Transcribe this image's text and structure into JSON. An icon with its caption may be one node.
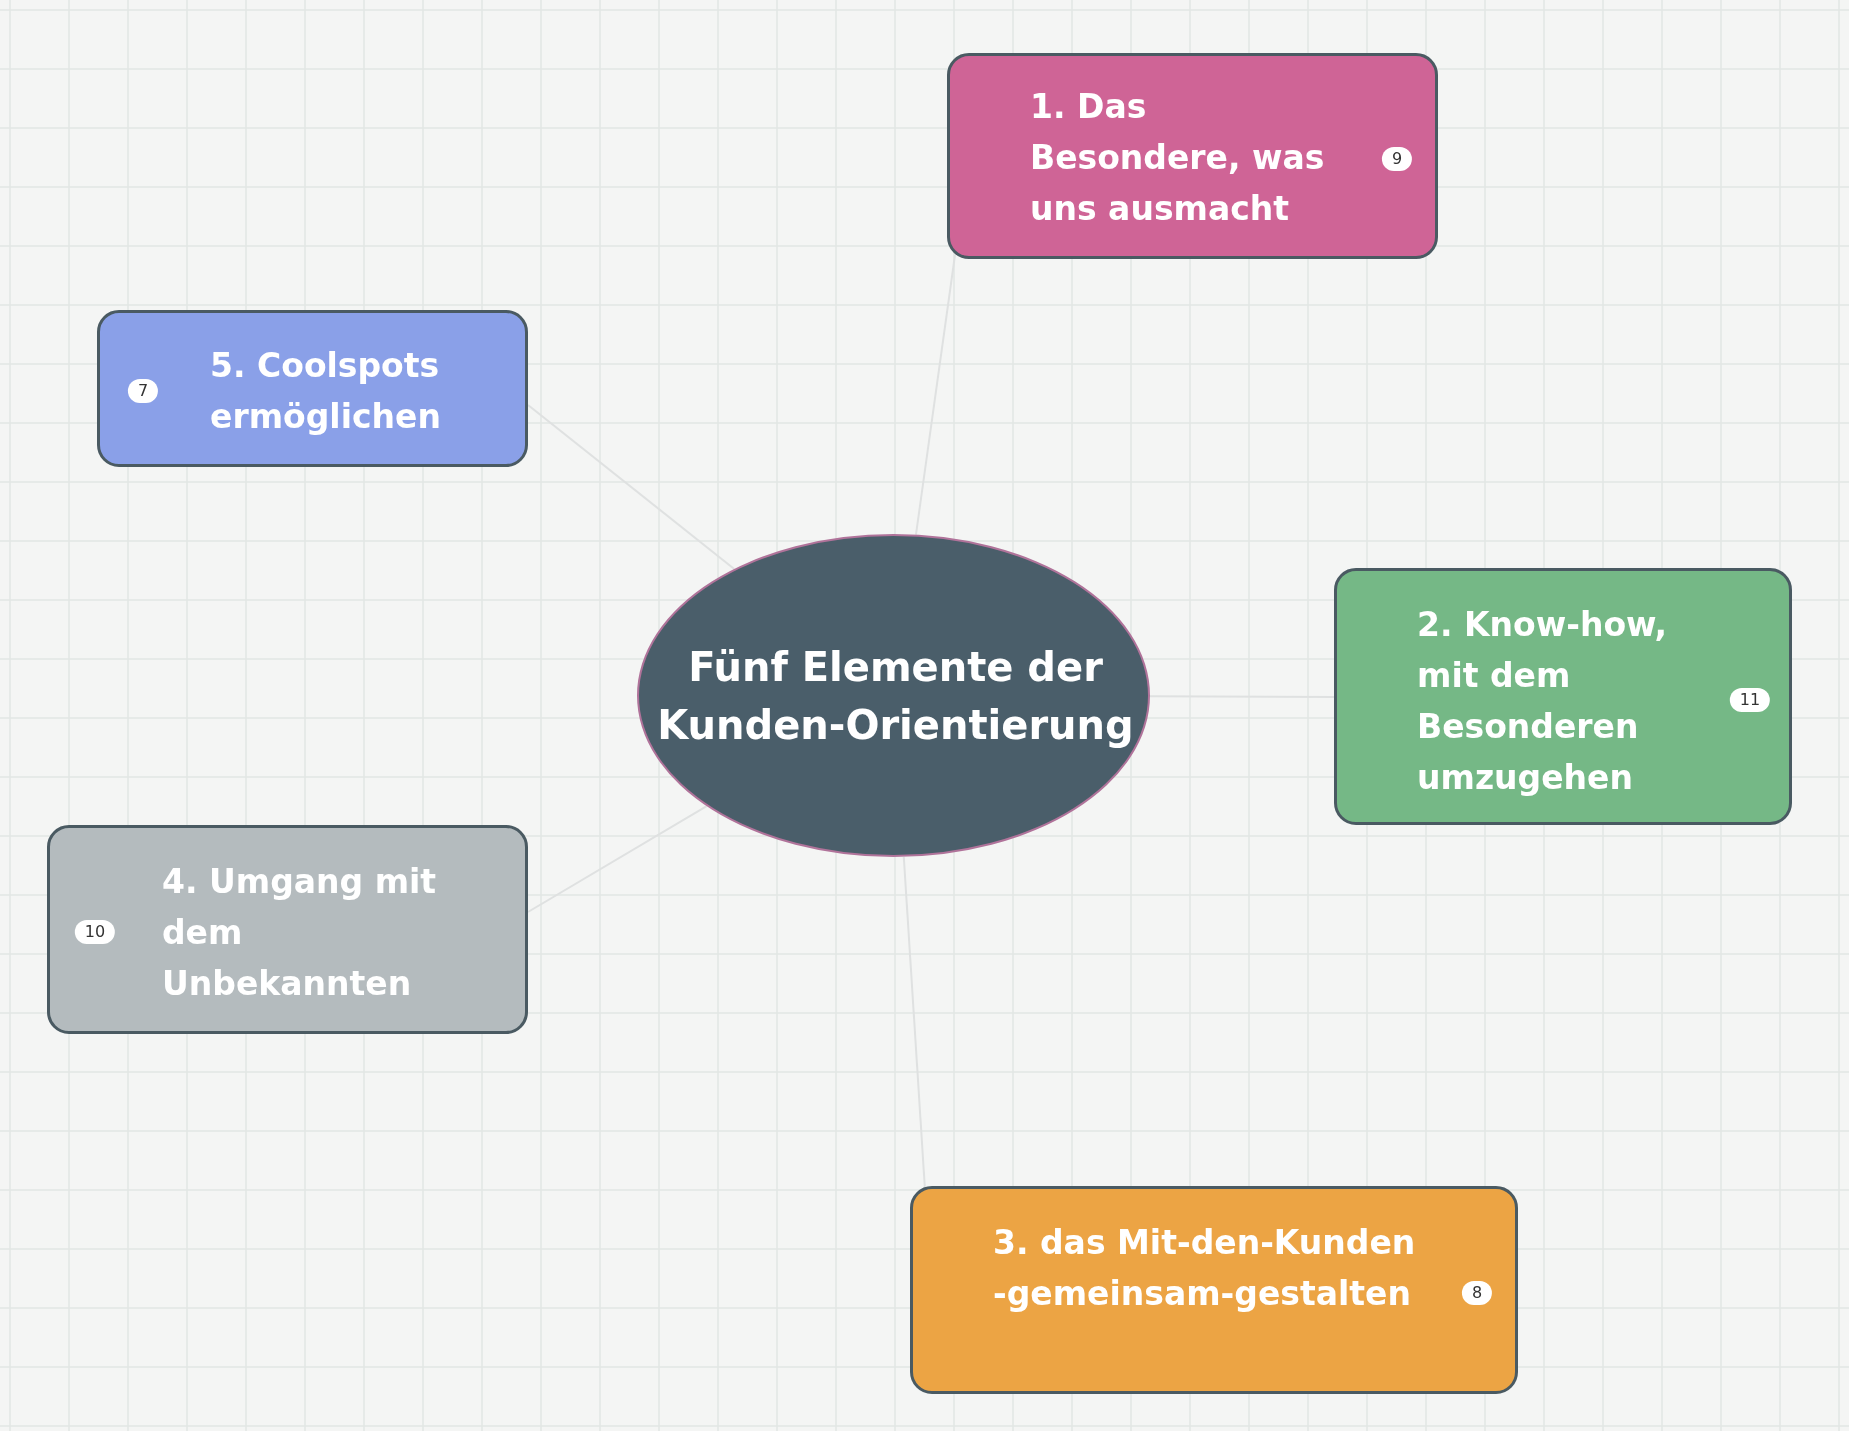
{
  "diagram": {
    "nodes": [
      {
        "text": [
          "Fünf Elemente der Kunden-Orientierung"
        ]
      },
      {
        "text": [
          "1. Das Besondere, was uns ausmacht",
          "9"
        ]
      },
      {
        "text": [
          "7",
          "5. Coolspots ermöglichen"
        ]
      },
      {
        "text": [
          "2. Know-how, mit dem Besonderen umzugehen",
          "11"
        ]
      },
      {
        "text": [
          "10",
          "4. Umgang mit dem Unbekannten"
        ]
      },
      {
        "text": [
          "3. das Mit-den-Kunden -gemeinsam-gestalten",
          "8"
        ]
      }
    ],
    "edges": [
      {
        "from": 0,
        "to": 1,
        "arrow": "none"
      },
      {
        "from": 0,
        "to": 3,
        "arrow": "none"
      },
      {
        "from": 0,
        "to": 5,
        "arrow": "none"
      },
      {
        "from": 0,
        "to": 4,
        "arrow": "none"
      },
      {
        "from": 0,
        "to": 2,
        "arrow": "none"
      }
    ]
  }
}
